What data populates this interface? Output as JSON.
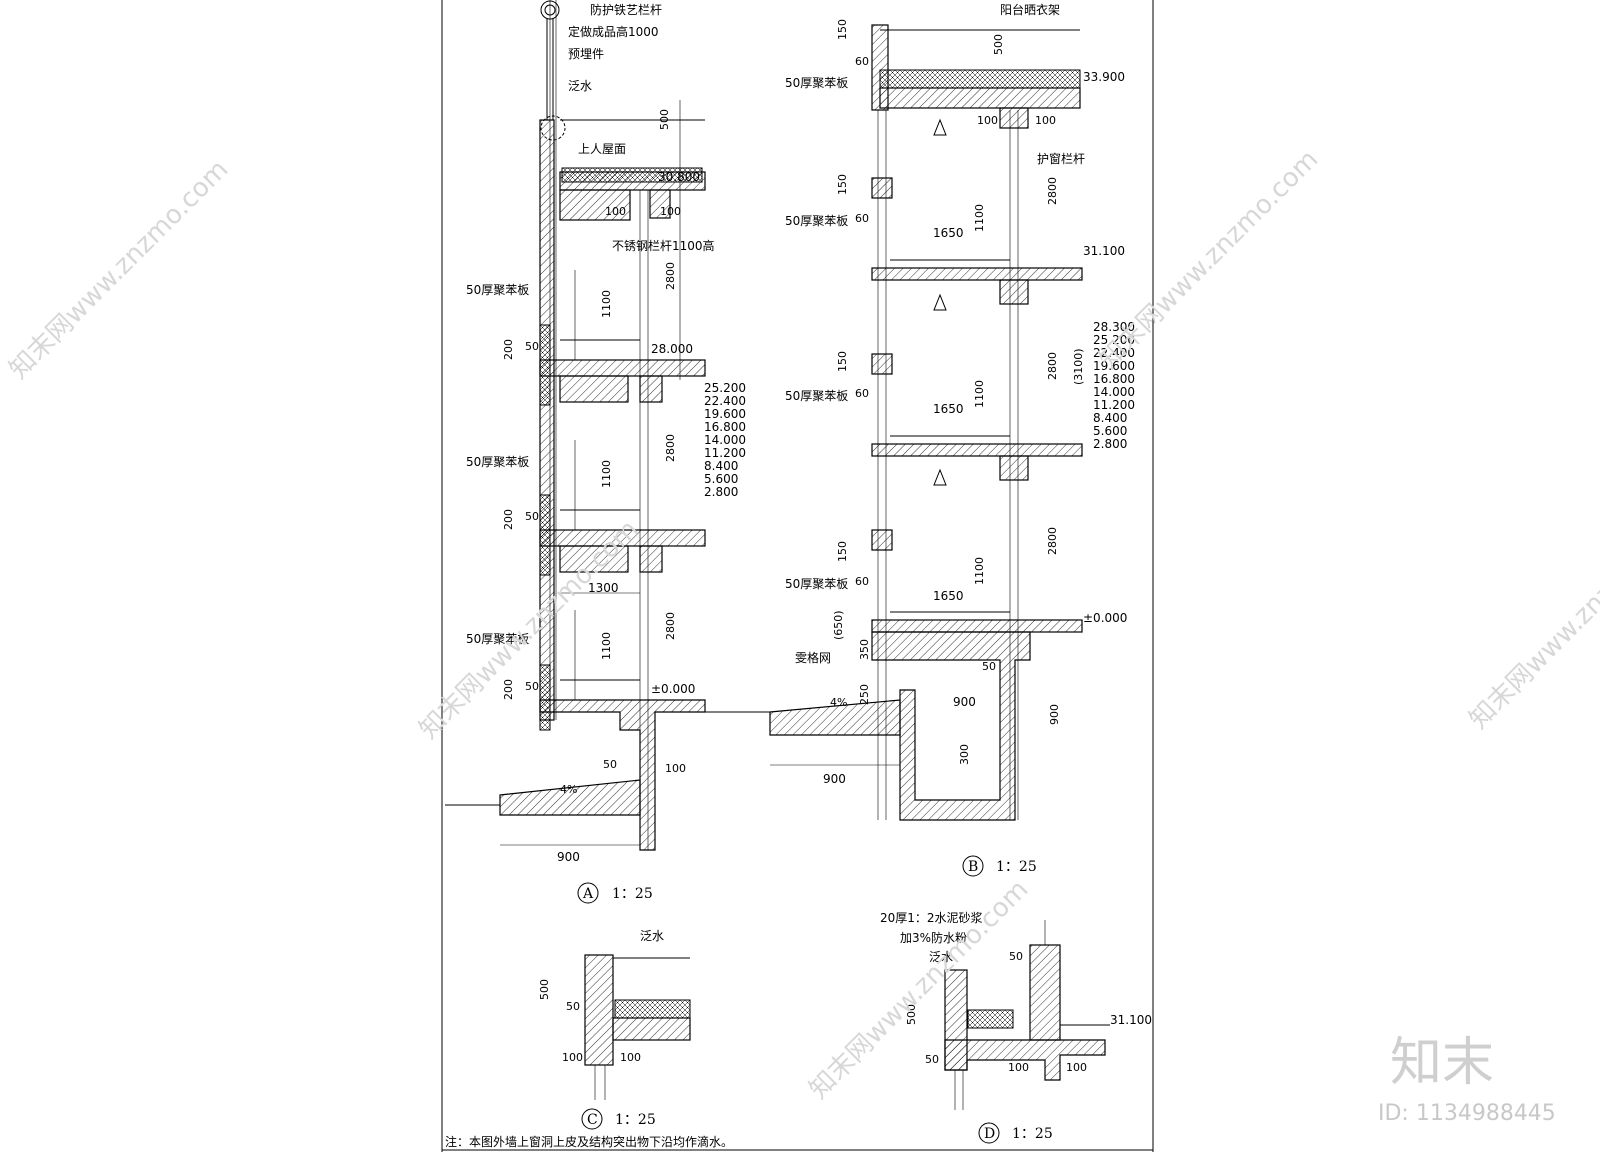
{
  "labels": {
    "railing_iron": "防护铁艺栏杆",
    "railing_height": "定做成品高1000",
    "embedded": "预埋件",
    "flashing": "泛水",
    "roof": "上人屋面",
    "stainless_railing": "不锈钢栏杆1100高",
    "poly_board": "50厚聚苯板",
    "clothes_rack": "阳台晒衣架",
    "window_guard": "护窗栏杆",
    "grille": "雯格网",
    "mortar": "20厚1：2水泥砂浆",
    "waterproof": "加3%防水粉",
    "note": "注：本图外墙上窗洞上皮及结构突出物下沿均作滴水。"
  },
  "elevations": {
    "a_top": "30.800",
    "a_floor": "28.000",
    "a_ground": "±0.000",
    "a_list": [
      "25.200",
      "22.400",
      "19.600",
      "16.800",
      "14.000",
      "11.200",
      "8.400",
      "5.600",
      "2.800"
    ],
    "b_top": "33.900",
    "b_floor": "31.100",
    "b_ground": "±0.000",
    "b_list": [
      "28.300",
      "25.200",
      "22.400",
      "19.600",
      "16.800",
      "14.000",
      "11.200",
      "8.400",
      "5.600",
      "2.800"
    ],
    "d_level": "31.100"
  },
  "dims": {
    "d500": "500",
    "d100": "100",
    "d2800": "2800",
    "d1100": "1100",
    "d200": "200",
    "d50": "50",
    "d1300": "1300",
    "d900": "900",
    "d150": "150",
    "d60": "60",
    "d1650": "1650",
    "d3100": "(3100)",
    "d650": "(650)",
    "d350": "350",
    "d250": "250",
    "d300": "300",
    "slope": "4%"
  },
  "details": {
    "a": {
      "id": "A",
      "scale": "1：25"
    },
    "b": {
      "id": "B",
      "scale": "1：25"
    },
    "c": {
      "id": "C",
      "scale": "1：25"
    },
    "d": {
      "id": "D",
      "scale": "1：25"
    }
  },
  "watermark": {
    "text": "知末网www.znzmo.com",
    "logo": "知末",
    "id": "ID: 1134988445"
  }
}
